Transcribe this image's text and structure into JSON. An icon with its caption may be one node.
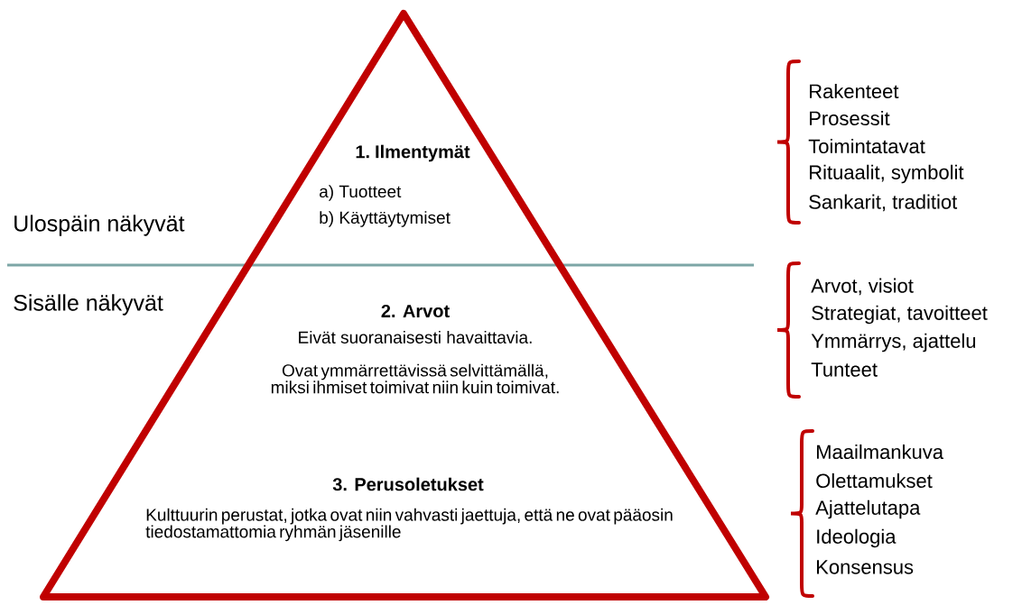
{
  "diagram": {
    "nodes": [
      {
        "text": [
          "1. Ilmentymät",
          "a) Tuotteet",
          "b) Käyttäytymiset",
          "2. Arvot",
          "Eivät suoranaisesti havaittavia.",
          "Ovat ymmärrettävissä selvittämällä, miksi ihmiset toimivat niin kuin toimivat.",
          "3. Perusoletukset",
          "Kulttuurin perustat, jotka ovat niin vahvasti jaettuja, että ne ovat pääosin tiedostamattomia ryhmän jäsenille"
        ]
      }
    ],
    "labels": [
      "Ulospäin näkyvät",
      "Sisälle näkyvät",
      "Rakenteet",
      "Prosessit",
      "Toimintatavat",
      "Rituaalit, symbolit",
      "Sankarit, traditiot",
      "Arvot, visiot",
      "Strategiat, tavoitteet",
      "Ymmärrys, ajattelu",
      "Tunteet",
      "Maailmankuva",
      "Olettamukset",
      "Ajattelutapa",
      "Ideologia",
      "Konsensus"
    ]
  }
}
